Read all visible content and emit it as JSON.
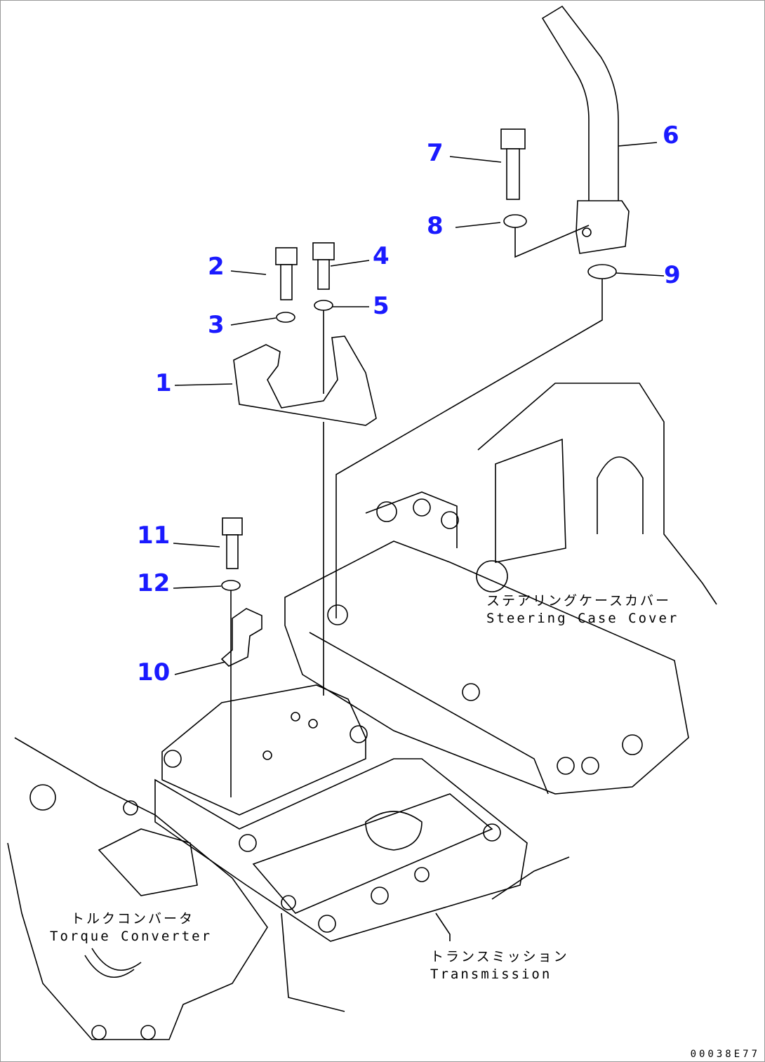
{
  "diagram": {
    "callouts": [
      "1",
      "2",
      "3",
      "4",
      "5",
      "6",
      "7",
      "8",
      "9",
      "10",
      "11",
      "12"
    ],
    "labels": {
      "steering_jp": "ステアリングケースカバー",
      "steering_en": "Steering Case Cover",
      "torque_jp": "トルクコンバータ",
      "torque_en": "Torque Converter",
      "transmission_jp": "トランスミッション",
      "transmission_en": "Transmission"
    },
    "drawing_code": "00038E77",
    "callout_color": "#1a1aff"
  }
}
